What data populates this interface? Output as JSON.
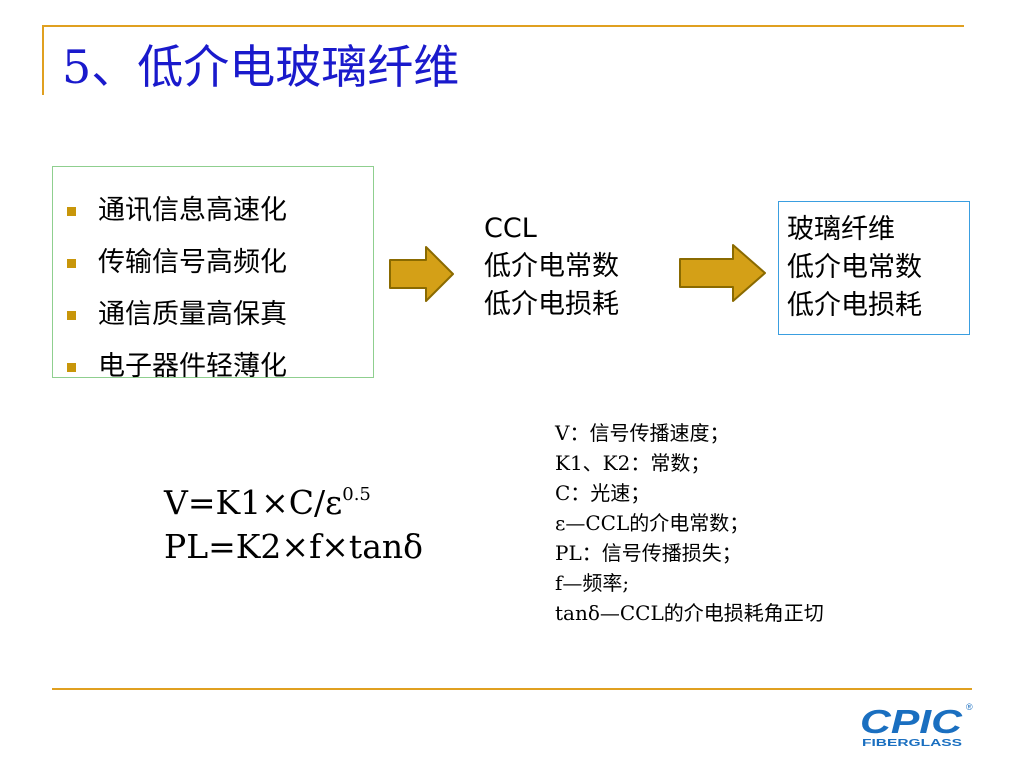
{
  "slide": {
    "title": "5、低介电玻璃纤维",
    "trends": [
      "通讯信息高速化",
      "传输信号高频化",
      "通信质量高保真",
      "电子器件轻薄化"
    ],
    "ccl": {
      "label": "CCL",
      "line1": "低介电常数",
      "line2": "低介电损耗"
    },
    "glass_fiber": {
      "label": "玻璃纤维",
      "line1": "低介电常数",
      "line2": "低介电损耗"
    },
    "formula": {
      "line1_base": "V=K1×C/ε",
      "line1_exponent": "0.5",
      "line2": "PL=K2×f×tanδ"
    },
    "legend": [
      "V：信号传播速度；",
      "K1、K2：常数；",
      "C：光速；",
      "ε—CCL的介电常数；",
      "PL：信号传播损失；",
      "f—频率;",
      "tanδ—CCL的介电损耗角正切"
    ],
    "logo": {
      "name": "CPIC",
      "sub": "FIBERGLASS",
      "mark": "®"
    }
  },
  "colors": {
    "title": "#1a1acc",
    "rule": "#e0a020",
    "bullet": "#c8960a",
    "arrow_fill": "#d4a017",
    "arrow_stroke": "#8a6a00",
    "trend_border": "#8fcf8f",
    "glass_border": "#3a9ee0",
    "logo": "#1a6fc0"
  },
  "icons": {
    "arrow": "right-arrow-icon",
    "bullet": "square-bullet-icon"
  }
}
